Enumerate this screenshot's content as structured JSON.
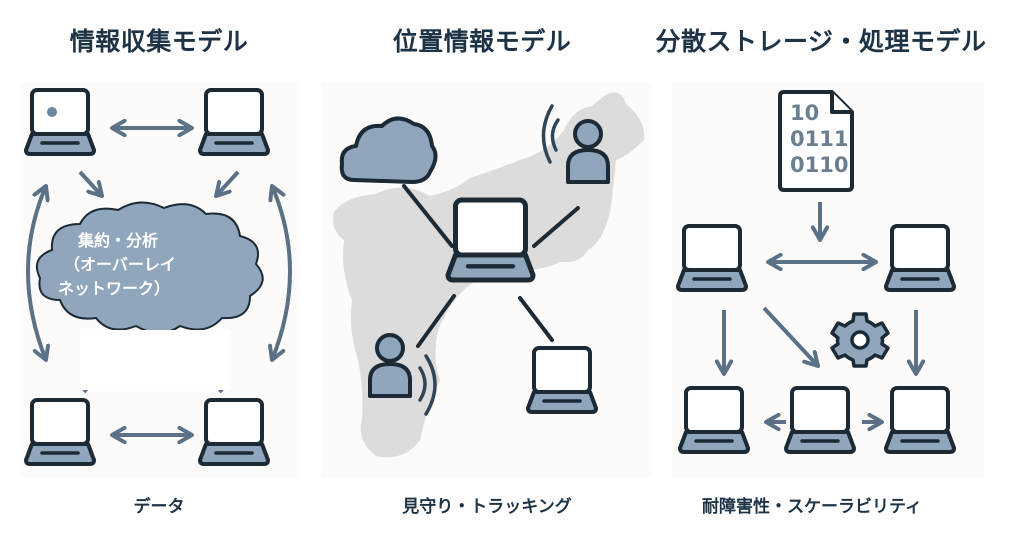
{
  "colors": {
    "title": "#1e3446",
    "outline": "#1c2a35",
    "fill_blue": "#8fa6bd",
    "arrow": "#5a7187",
    "map_gray": "#dcdcdc",
    "panel_bg": "#fcfbfa"
  },
  "panels": [
    {
      "title": "情報収集モデル",
      "caption": "データ",
      "cloud_label": [
        "集約・分析",
        "（オーバーレイ",
        "ネットワーク）"
      ],
      "icons": [
        "laptop-icon",
        "laptop-icon",
        "laptop-icon",
        "laptop-icon",
        "cloud-icon",
        "double-arrow-icon"
      ]
    },
    {
      "title": "位置情報モデル",
      "caption": "見守り・トラッキング",
      "icons": [
        "japan-map",
        "cloud-icon",
        "laptop-icon",
        "person-icon",
        "person-icon",
        "laptop-icon",
        "signal-icon"
      ]
    },
    {
      "title": "分散ストレージ・処理モデル",
      "caption": "耐障害性・スケーラビリティ",
      "file_bits": [
        "10",
        "0111",
        "0110"
      ],
      "icons": [
        "binary-file-icon",
        "laptop-icon",
        "gear-icon",
        "arrow-icon"
      ]
    }
  ]
}
